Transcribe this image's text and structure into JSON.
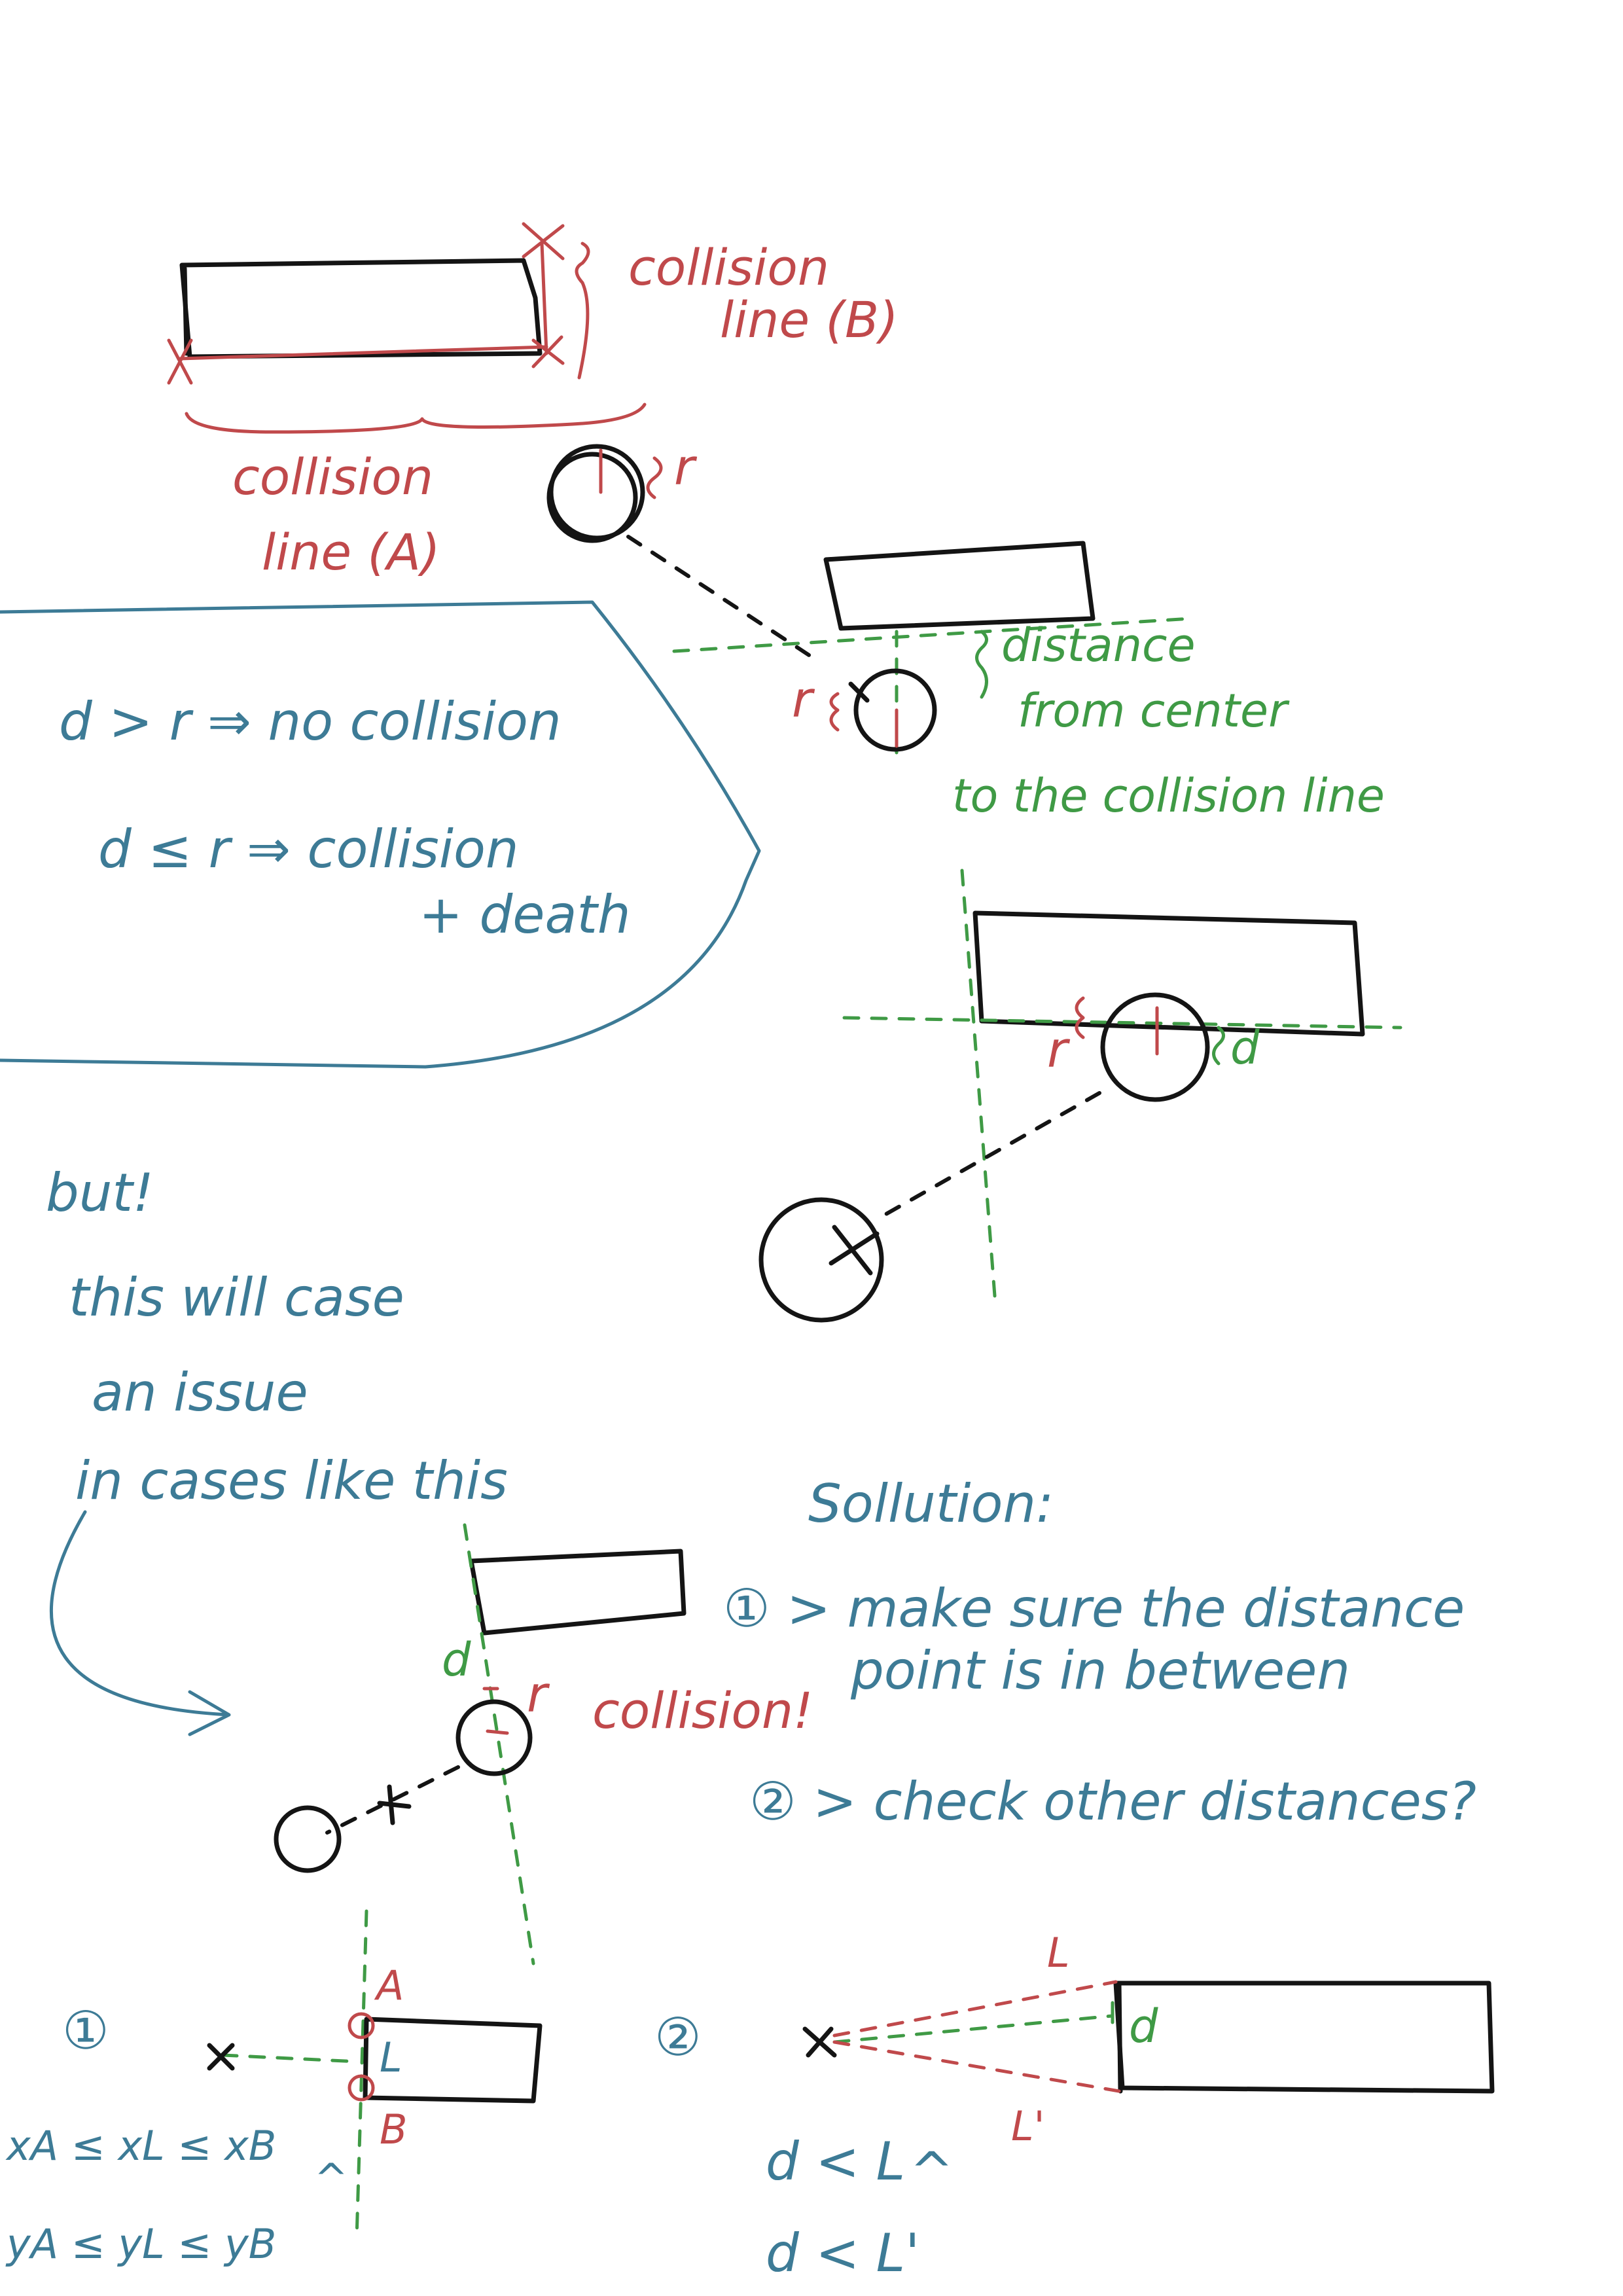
{
  "palette": {
    "black": "#141414",
    "red": "#c0494b",
    "green": "#3f9a45",
    "blue": "#3d7b96",
    "background": "#ffffff"
  },
  "labels": {
    "collision_line_b_1": "collision",
    "collision_line_b_2": "line (B)",
    "collision_line_a_1": "collision",
    "collision_line_a_2": "line (A)",
    "radius_r": "r",
    "distance_1": "distance",
    "distance_2": "from center",
    "distance_3": "to the collision line",
    "radius_r_2": "r",
    "radius_r_3": "r",
    "distance_d": "d",
    "rule_1": "d > r  ⇒ no collision",
    "rule_2_a": "d ≤ r ⇒ collision",
    "rule_2_b": "+ death",
    "but_1": "but!",
    "but_2": "this will case",
    "but_3": "an issue",
    "but_4": "in cases like this",
    "small_d": "d",
    "small_r": "r",
    "collision_exclaim": "collision!",
    "solution_title": "Sollution:",
    "solution_1a": "① > make sure the distance",
    "solution_1b": "point is in between",
    "solution_2": "② > check other distances?",
    "case_1": "①",
    "case_2": "②",
    "point_a": "A",
    "point_l": "L",
    "point_b": "B",
    "cond_1": "xA ≤ xL ≤ xB",
    "cond_and": "^",
    "cond_2": "yA ≤ yL ≤ yB",
    "l_label": "L",
    "l_prime_label": "L'",
    "d_label_2": "d",
    "ineq_1": "d < L",
    "ineq_and": "^",
    "ineq_2": "d < L'"
  }
}
